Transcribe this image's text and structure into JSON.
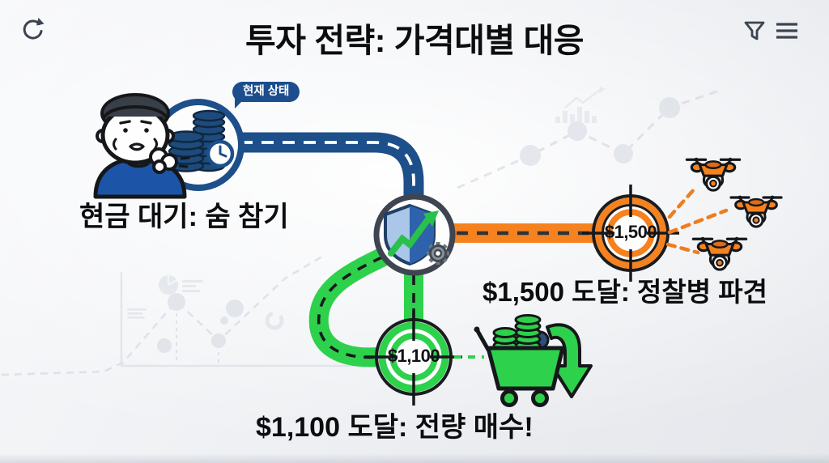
{
  "title": "투자 전략: 가격대별 대응",
  "toolbar": {
    "refresh_icon": "refresh-icon",
    "filter_icon": "filter-icon",
    "menu_icon": "menu-icon"
  },
  "flow": {
    "current_state_badge": "현재 상태",
    "cash_stage": {
      "caption": "현금 대기: 숨 참기",
      "node_icon": "cash-stack-clock-icon",
      "person_icon": "person-holding-breath-icon",
      "path_color": "#1d4f8a"
    },
    "hub": {
      "icon": "shield-uptrend-gear-icon"
    },
    "scout_stage": {
      "price": "$1,500",
      "caption": "$1,500 도달: 정찰병 파견",
      "node_icon": "target-icon",
      "drone_icon": "drone-icon",
      "drone_count": 3,
      "path_color": "#f5821f"
    },
    "buy_stage": {
      "price": "$1,100",
      "caption": "$1,100 도달: 전량 매수!",
      "node_icon": "target-icon",
      "cart_icon": "buy-cart-down-arrow-icon",
      "path_color": "#2dd14c"
    }
  },
  "colors": {
    "navy": "#1d4f8a",
    "orange": "#f5821f",
    "green": "#2dd14c",
    "ink": "#0c0d0f",
    "chrome_icon": "#3c4450",
    "badge_bg": "#1c4d8d",
    "background": "#eef0f4"
  }
}
